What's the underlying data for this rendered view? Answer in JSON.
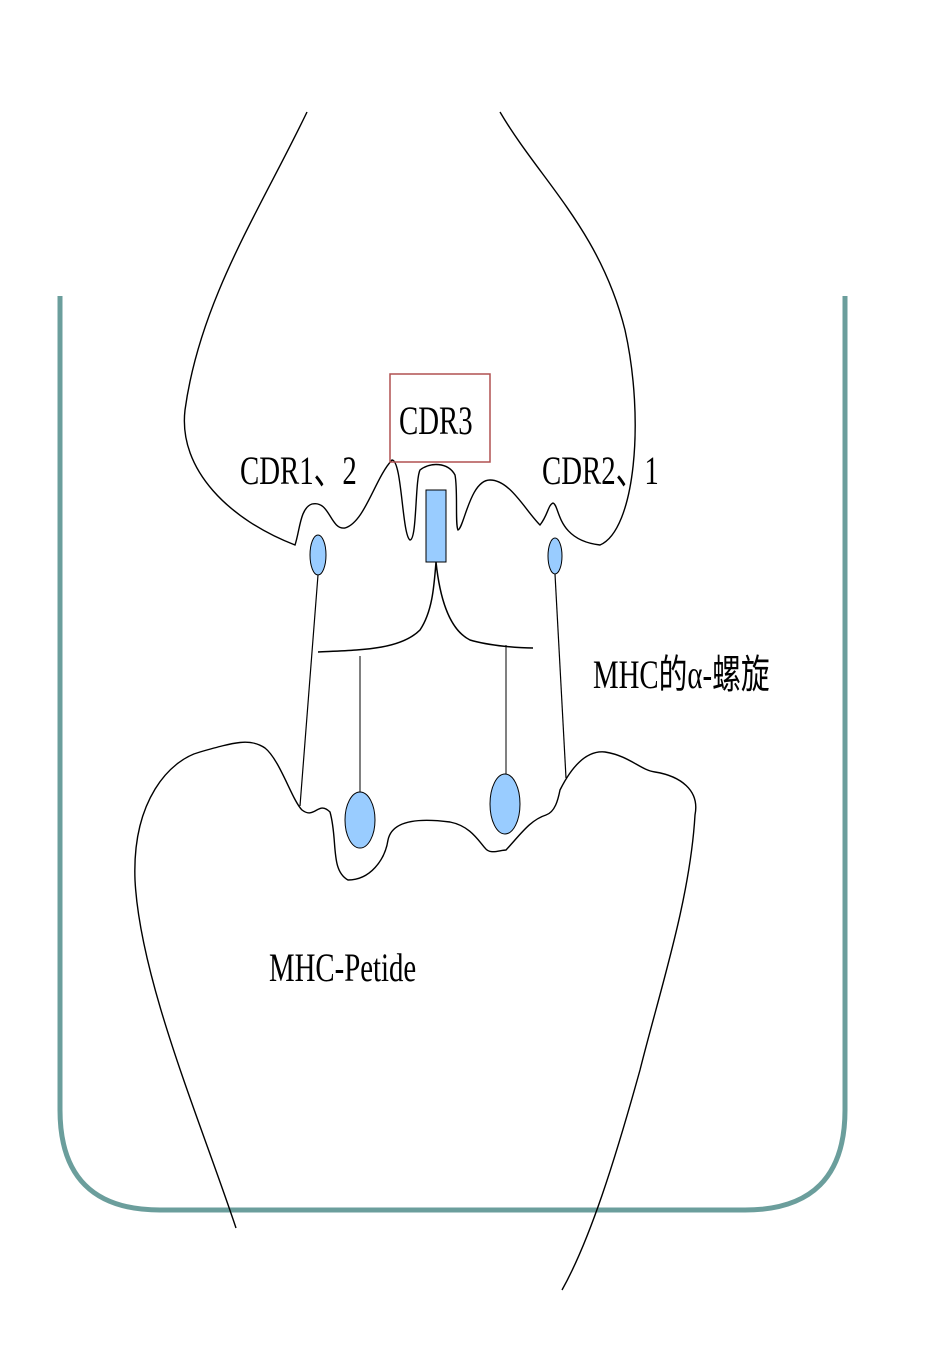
{
  "labels": {
    "cdr1_2": "CDR1、2",
    "cdr3": "CDR3",
    "cdr2_1": "CDR2、1",
    "mhc_alpha_helix": "MHC的α-螺旋",
    "mhc_peptide": "MHC-Petide"
  },
  "colors": {
    "frame": "#6b9e9c",
    "contact_fill": "#99ccff",
    "cdr3_box_border": "#b05050",
    "line": "#000000"
  }
}
